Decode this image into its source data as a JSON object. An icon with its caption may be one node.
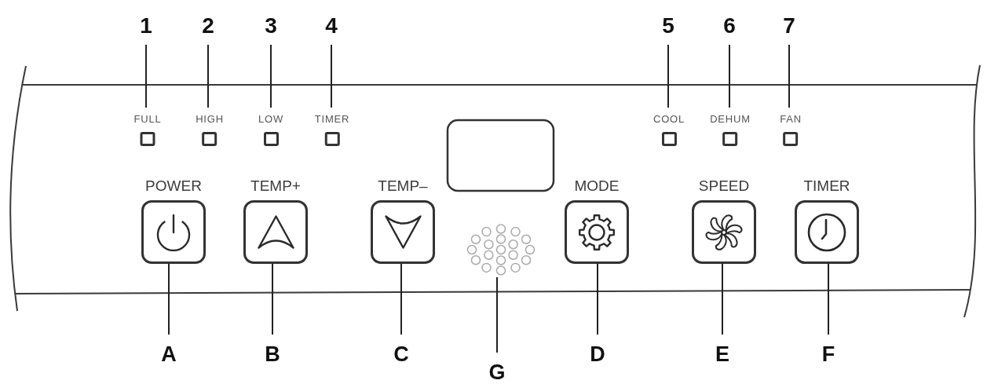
{
  "diagram": {
    "nodes": [
      {
        "text": [
          "1"
        ]
      },
      {
        "text": [
          "2"
        ]
      },
      {
        "text": [
          "3"
        ]
      },
      {
        "text": [
          "4"
        ]
      },
      {
        "text": [
          "5"
        ]
      },
      {
        "text": [
          "6"
        ]
      },
      {
        "text": [
          "7"
        ]
      },
      {
        "text": [
          "FULL"
        ]
      },
      {
        "text": [
          "HIGH"
        ]
      },
      {
        "text": [
          "LOW"
        ]
      },
      {
        "text": [
          "TIMER"
        ]
      },
      {
        "text": [
          "COOL"
        ]
      },
      {
        "text": [
          "DEHUM"
        ]
      },
      {
        "text": [
          "FAN"
        ]
      },
      {
        "text": [],
        "shape": "box"
      },
      {
        "text": [
          "POWER"
        ]
      },
      {
        "text": [
          "TEMP+"
        ]
      },
      {
        "text": [
          "TEMP–"
        ]
      },
      {
        "text": [],
        "shape": "picture"
      },
      {
        "text": [
          "MODE"
        ]
      },
      {
        "text": [
          "SPEED"
        ]
      },
      {
        "text": [
          "TIMER"
        ]
      },
      {
        "text": [
          "A"
        ]
      },
      {
        "text": [
          "B"
        ]
      },
      {
        "text": [
          "C"
        ]
      },
      {
        "text": [
          "D"
        ]
      },
      {
        "text": [
          "E"
        ]
      },
      {
        "text": [
          "F"
        ]
      },
      {
        "text": [
          "G"
        ]
      }
    ],
    "edges": [
      {
        "from": 0,
        "to": 7,
        "arrow": "none"
      },
      {
        "from": 1,
        "to": 8,
        "arrow": "none"
      },
      {
        "from": 2,
        "to": 9,
        "arrow": "none"
      },
      {
        "from": 3,
        "to": 10,
        "arrow": "none"
      },
      {
        "from": 4,
        "to": 11,
        "arrow": "none"
      },
      {
        "from": 5,
        "to": 12,
        "arrow": "none"
      },
      {
        "from": 6,
        "to": 13,
        "arrow": "none"
      },
      {
        "from": 22,
        "to": 15,
        "arrow": "none"
      },
      {
        "from": 23,
        "to": 16,
        "arrow": "none"
      },
      {
        "from": 24,
        "to": 17,
        "arrow": "none"
      },
      {
        "from": 25,
        "to": 19,
        "arrow": "none"
      },
      {
        "from": 26,
        "to": 20,
        "arrow": "none"
      },
      {
        "from": 27,
        "to": 21,
        "arrow": "none"
      },
      {
        "from": 28,
        "to": 18,
        "arrow": "none"
      }
    ]
  }
}
